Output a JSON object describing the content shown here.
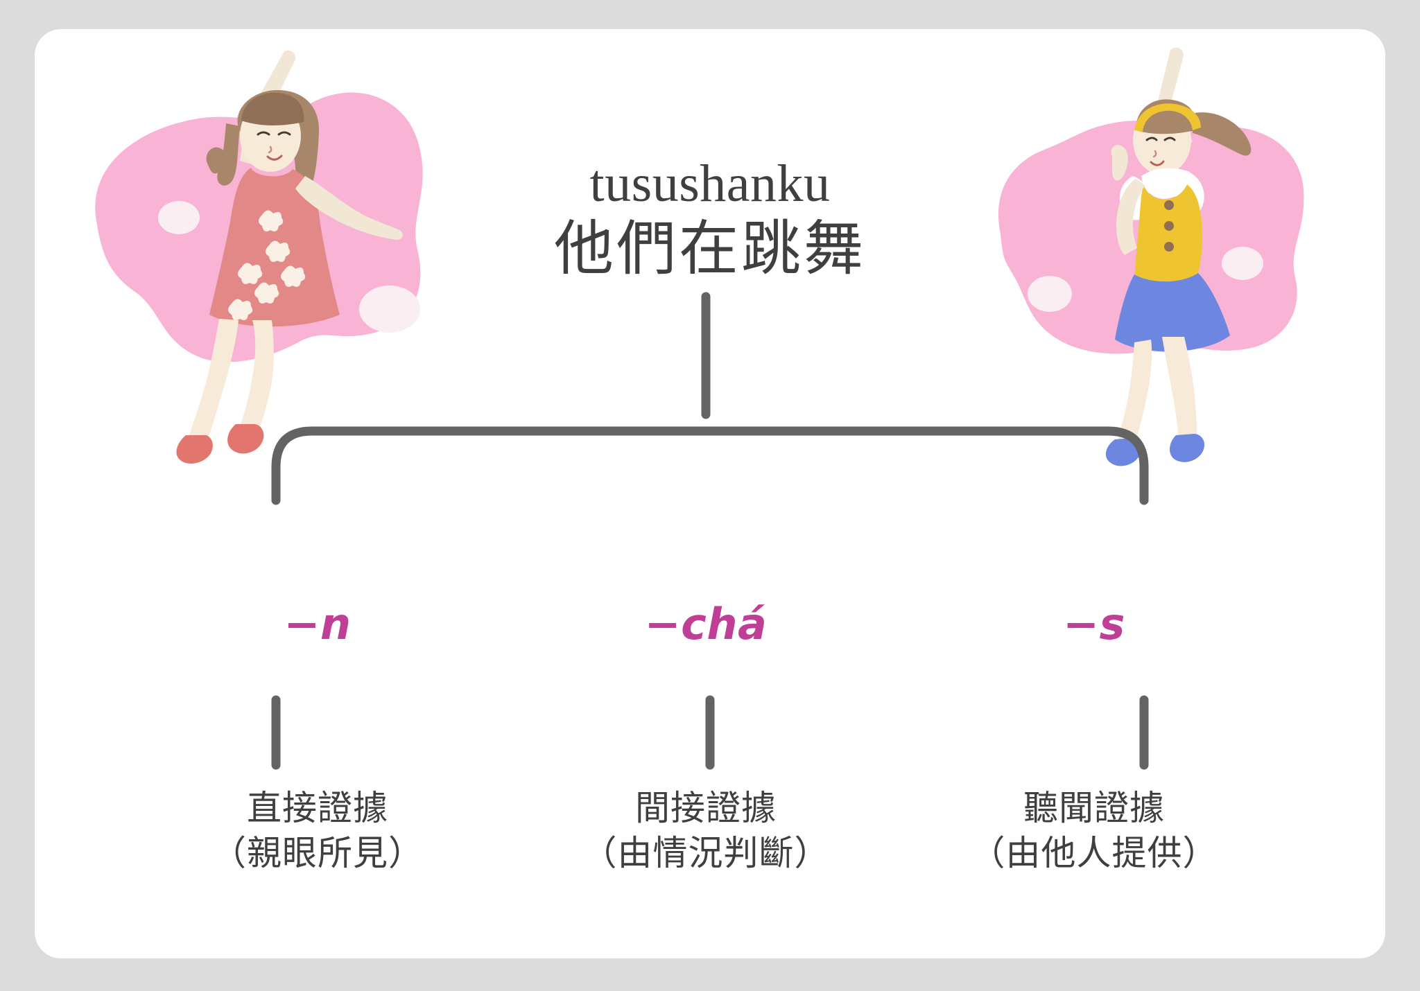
{
  "page": {
    "background_color": "#dcdcdc",
    "card_color": "#ffffff"
  },
  "colors": {
    "accent_magenta": "#bf3f96",
    "text_dark": "#3f3f3f",
    "line_gray": "#636363",
    "blob_pink": "#f9b3d4",
    "blob_highlight": "#fbeef2"
  },
  "header": {
    "romanization": "tusushanku",
    "hanzi": "他們在跳舞"
  },
  "illustrations": [
    {
      "name": "dancing-girl-pink-dress",
      "side": "left"
    },
    {
      "name": "dancing-girl-blue-skirt",
      "side": "right"
    }
  ],
  "branches": [
    {
      "suffix": "−n",
      "evidence_head": "直接證據",
      "evidence_sub": "（親眼所見）"
    },
    {
      "suffix": "−chá",
      "evidence_head": "間接證據",
      "evidence_sub": "（由情況判斷）"
    },
    {
      "suffix": "−s",
      "evidence_head": "聽聞證據",
      "evidence_sub": "（由他人提供）"
    }
  ]
}
